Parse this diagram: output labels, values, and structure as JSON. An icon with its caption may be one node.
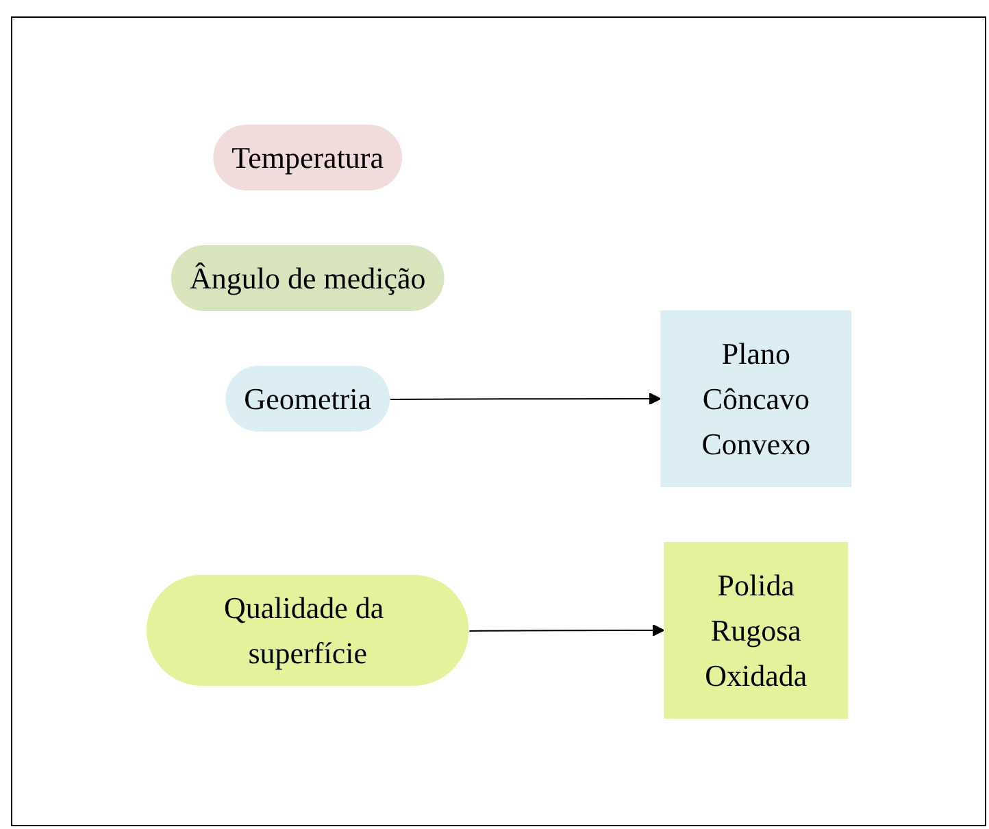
{
  "diagram": {
    "nodes": [
      {
        "text": [
          "Temperatura"
        ]
      },
      {
        "text": [
          "Ângulo de medição"
        ]
      },
      {
        "text": [
          "Geometria"
        ]
      },
      {
        "text": [
          "Plano",
          "Côncavo",
          "Convexo"
        ]
      },
      {
        "text": [
          "Qualidade da superfície"
        ]
      },
      {
        "text": [
          "Polida",
          "Rugosa",
          "Oxidada"
        ]
      }
    ],
    "edges": [
      {
        "from": 2,
        "to": 3,
        "arrow": "to"
      },
      {
        "from": 4,
        "to": 5,
        "arrow": "to"
      }
    ]
  }
}
